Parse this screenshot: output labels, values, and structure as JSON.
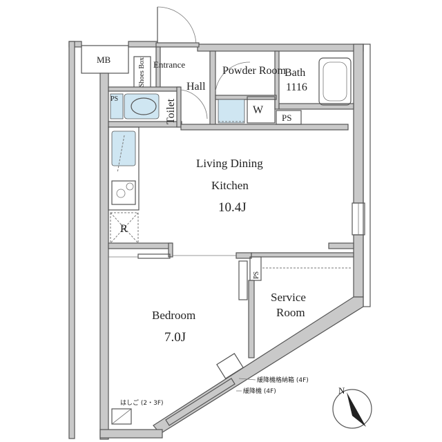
{
  "rooms": {
    "mb": "MB",
    "shoes_box": "Shoes Box",
    "entrance": "Entrance",
    "hall": "Hall",
    "powder_room": "Powder Room",
    "bath": "Bath",
    "bath_size": "1116",
    "ps_left": "PS",
    "toilet": "Toilet",
    "washer": "W",
    "ps_bath": "PS",
    "ldk_line1": "Living Dining",
    "ldk_line2": "Kitchen",
    "ldk_area": "10.4J",
    "refrigerator": "R",
    "ps_center": "PS",
    "bedroom": "Bedroom",
    "bedroom_area": "7.0J",
    "service_line1": "Service",
    "service_line2": "Room"
  },
  "notes": {
    "ladder_storage": "緩降機格納箱 (4F)",
    "descender": "緩降機 (4F)",
    "ladder": "はしご (2・3F)",
    "north": "N"
  },
  "colors": {
    "wall": "#c9c9c9",
    "fixture": "#cfe6f2"
  }
}
